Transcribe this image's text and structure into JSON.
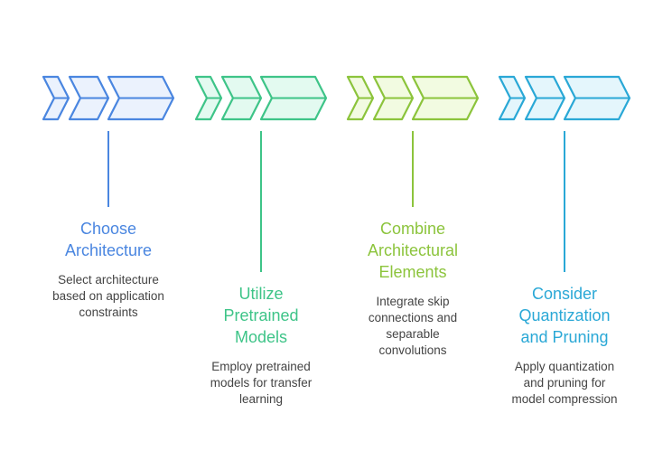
{
  "diagram": {
    "steps": [
      {
        "title": [
          "Choose",
          "Architecture"
        ],
        "description": [
          "Select architecture",
          "based on application",
          "constraints"
        ],
        "stroke": "#4a86e0",
        "fill": "#ebf2fd",
        "title_color": "#4a86e0",
        "label_position": "upper"
      },
      {
        "title": [
          "Utilize",
          "Pretrained",
          "Models"
        ],
        "description": [
          "Employ pretrained",
          "models for transfer",
          "learning"
        ],
        "stroke": "#3ec488",
        "fill": "#e3faf0",
        "title_color": "#3ec488",
        "label_position": "lower"
      },
      {
        "title": [
          "Combine",
          "Architectural",
          "Elements"
        ],
        "description": [
          "Integrate skip",
          "connections and",
          "separable",
          "convolutions"
        ],
        "stroke": "#8cc43c",
        "fill": "#f2fbe1",
        "title_color": "#8cc43c",
        "label_position": "upper"
      },
      {
        "title": [
          "Consider",
          "Quantization",
          "and Pruning"
        ],
        "description": [
          "Apply quantization",
          "and pruning for",
          "model compression"
        ],
        "stroke": "#2aa8d6",
        "fill": "#e4f6fc",
        "title_color": "#2aa8d6",
        "label_position": "lower"
      }
    ]
  }
}
